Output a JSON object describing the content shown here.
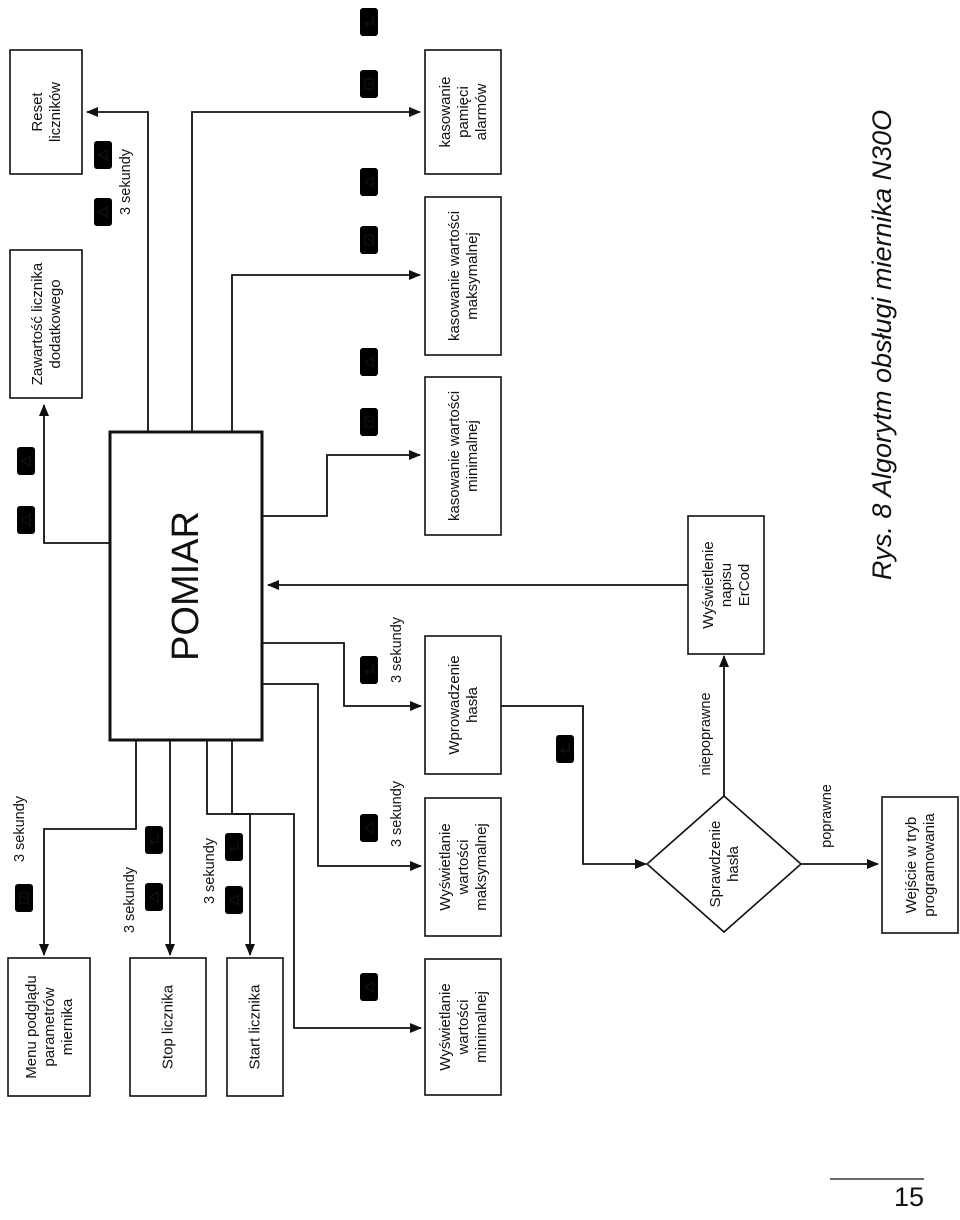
{
  "boxes": {
    "main": "POMIAR",
    "reset": [
      "Reset",
      "liczników"
    ],
    "extra_counter": [
      "Zawartość licznika",
      "dodatkowego"
    ],
    "clear_alarms": [
      "kasowanie",
      "pamięci",
      "alarmów"
    ],
    "clear_max": [
      "kasowanie wartości",
      "maksymalnej"
    ],
    "clear_min": [
      "kasowanie wartości",
      "minimalnej"
    ],
    "error_display": [
      "Wyświetlenie",
      "napisu",
      "ErCod"
    ],
    "password_entry": [
      "Wprowadzenie",
      "hasła"
    ],
    "password_check": [
      "Sprawdzenie",
      "hasła"
    ],
    "show_max": [
      "Wyświetlanie",
      "wartości",
      "maksymalnej"
    ],
    "show_min": [
      "Wyświetlanie",
      "wartości",
      "minimalnej"
    ],
    "programming": [
      "Wejście w tryb",
      "programowania"
    ],
    "menu_params": [
      "Menu podglądu",
      "parametrów",
      "miernika"
    ],
    "stop_counter": "Stop licznika",
    "start_counter": "Start licznika"
  },
  "labels": {
    "three_seconds": "3 sekundy",
    "incorrect": "niepoprawne",
    "correct": "poprawne"
  },
  "caption": "Rys. 8 Algorytm obsługi miernika N30O",
  "page_number": "15",
  "icons": [
    "enter-key-icon",
    "select-key-icon",
    "down-key-icon",
    "up-key-icon"
  ]
}
